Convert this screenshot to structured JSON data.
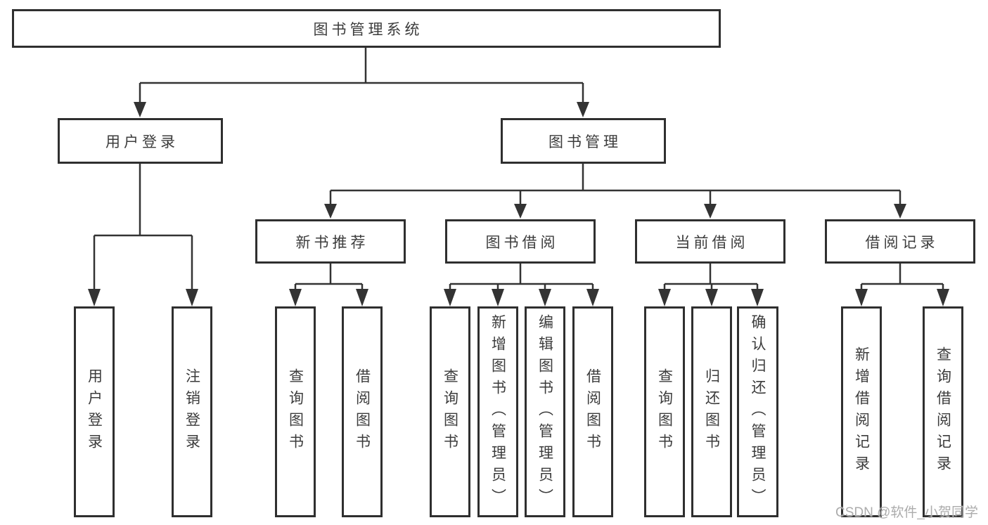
{
  "nodes": {
    "root": "图书管理系统",
    "level1": [
      "用户登录",
      "图书管理"
    ],
    "level2": [
      "新书推荐",
      "图书借阅",
      "当前借阅",
      "借阅记录"
    ],
    "leaves": [
      [
        "用户登录",
        "注销登录"
      ],
      [
        "查询图书",
        "借阅图书"
      ],
      [
        "查询图书",
        "新增图书（管理员）",
        "编辑图书（管理员）",
        "借阅图书"
      ],
      [
        "查询图书",
        "归还图书",
        "确认归还（管理员）"
      ],
      [
        "新增借阅记录",
        "查询借阅记录"
      ]
    ]
  },
  "watermark": {
    "text": "CSDN @软件_小贺同学"
  },
  "colors": {
    "line": "#333333",
    "box_border": "#2f2f2f",
    "text": "#3c3c3c",
    "background": "#ffffff",
    "watermark_text": "#acacac"
  }
}
